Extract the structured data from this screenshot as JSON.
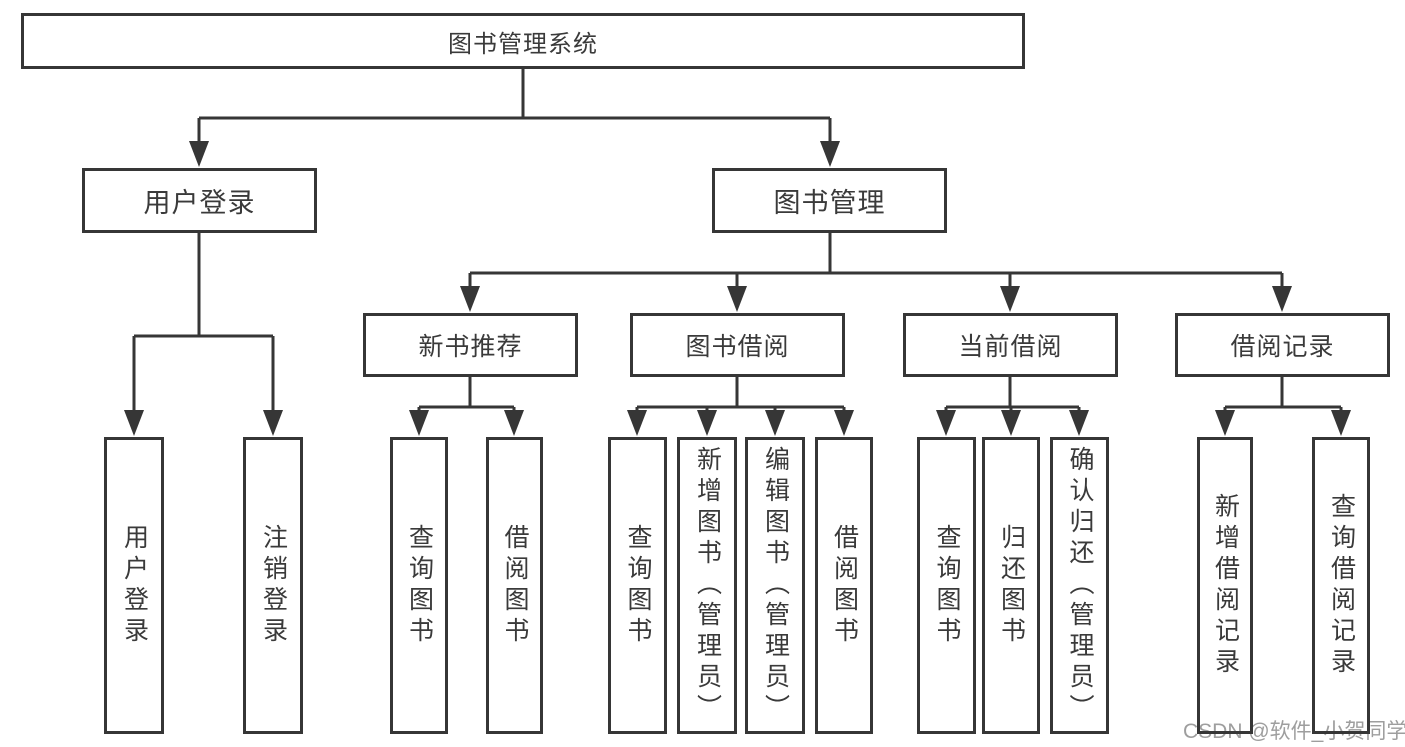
{
  "tree": {
    "label": "图书管理系统",
    "children": [
      {
        "label": "用户登录",
        "children": [
          {
            "label": "用户登录"
          },
          {
            "label": "注销登录"
          }
        ]
      },
      {
        "label": "图书管理",
        "children": [
          {
            "label": "新书推荐",
            "children": [
              {
                "label": "查询图书"
              },
              {
                "label": "借阅图书"
              }
            ]
          },
          {
            "label": "图书借阅",
            "children": [
              {
                "label": "查询图书"
              },
              {
                "label": "新增图书（管理员）"
              },
              {
                "label": "编辑图书（管理员）"
              },
              {
                "label": "借阅图书"
              }
            ]
          },
          {
            "label": "当前借阅",
            "children": [
              {
                "label": "查询图书"
              },
              {
                "label": "归还图书"
              },
              {
                "label": "确认归还（管理员）"
              }
            ]
          },
          {
            "label": "借阅记录",
            "children": [
              {
                "label": "新增借阅记录"
              },
              {
                "label": "查询借阅记录"
              }
            ]
          }
        ]
      }
    ]
  },
  "watermark": "CSDN @软件_小贺同学",
  "colors": {
    "line": "#363636",
    "text": "#3a3a3a",
    "background": "#ffffff",
    "watermark": "#9e9e9e"
  }
}
